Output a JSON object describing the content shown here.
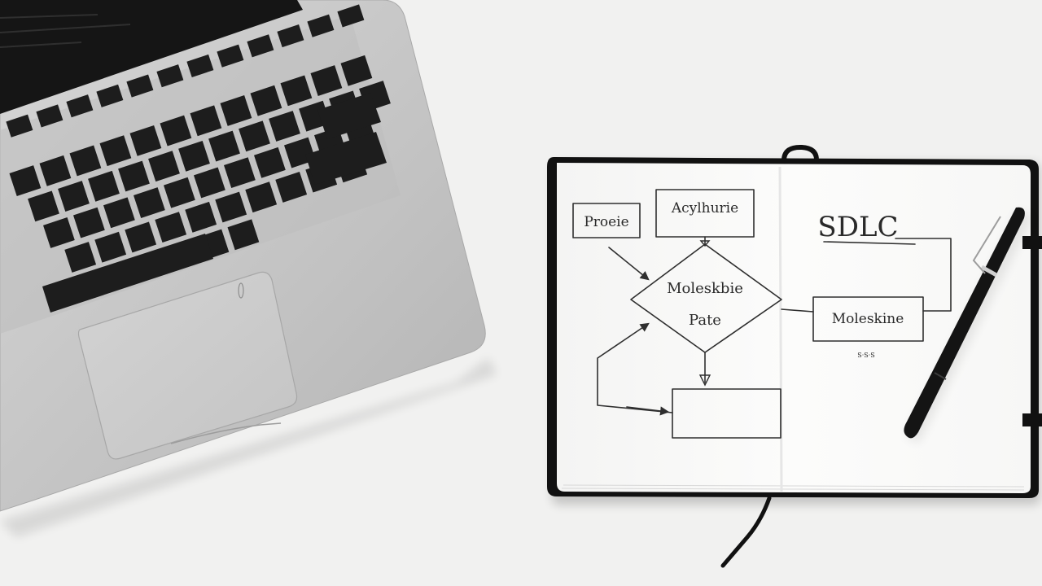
{
  "scene": {
    "colors": {
      "background": "#f1f1f0",
      "laptop_body": "#c9c9c9",
      "keycap": "#1d1d1d",
      "notebook_cover": "#111111",
      "paper": "#fbfbfa",
      "pen": "#141414"
    }
  },
  "diagram": {
    "title": "SDLC",
    "box_left": "Proeie",
    "box_top": "Acylhurie",
    "decision_line1": "Moleskbie",
    "decision_line2": "Pate",
    "box_right": "Moleskine",
    "small_note": "S·S·S"
  },
  "icons": {
    "laptop": "laptop-icon",
    "pen": "fountain-pen-icon"
  }
}
